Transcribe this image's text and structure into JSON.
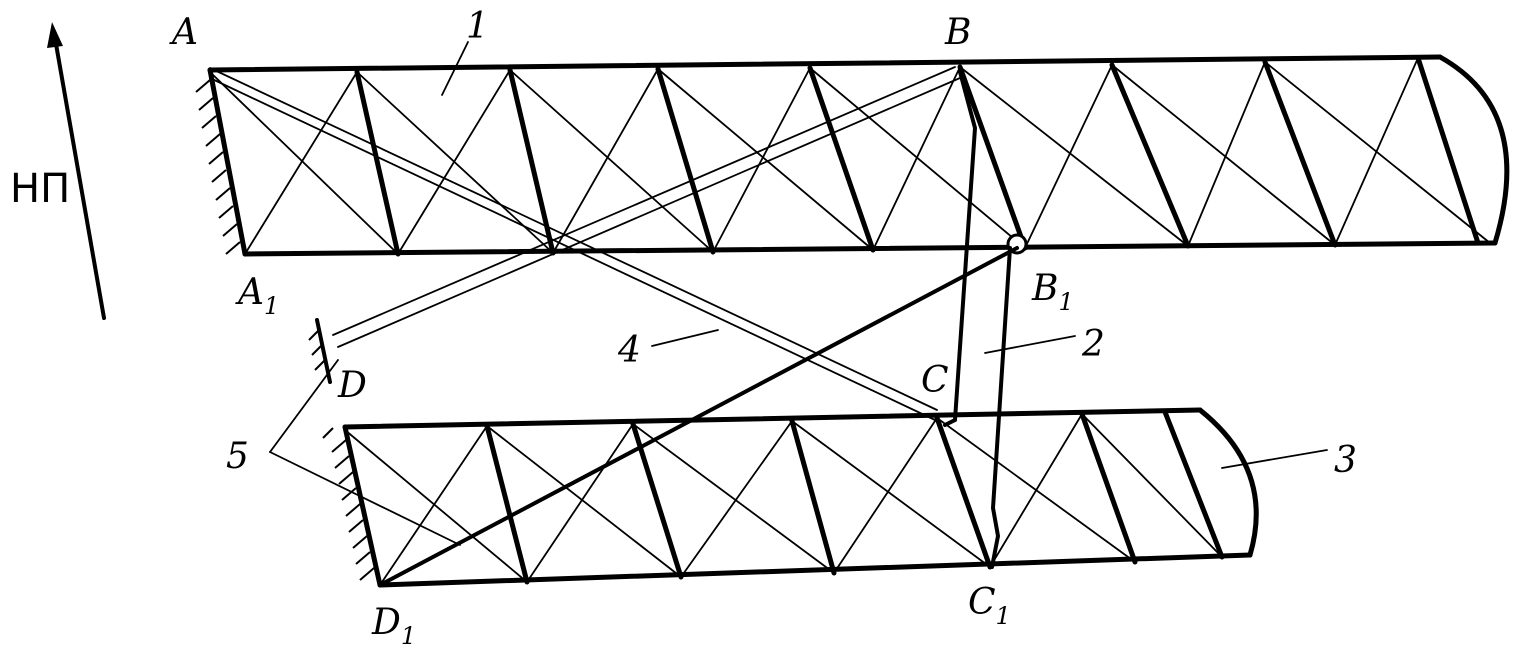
{
  "direction": {
    "label": "НП"
  },
  "points": {
    "A": "A",
    "B": "B",
    "A1_main": "A",
    "A1_sub": "1",
    "B1_main": "B",
    "B1_sub": "1",
    "C": "C",
    "C1_main": "C",
    "C1_sub": "1",
    "D": "D",
    "D1_main": "D",
    "D1_sub": "1"
  },
  "callouts": {
    "n1": "1",
    "n2": "2",
    "n3": "3",
    "n4": "4",
    "n5": "5"
  }
}
